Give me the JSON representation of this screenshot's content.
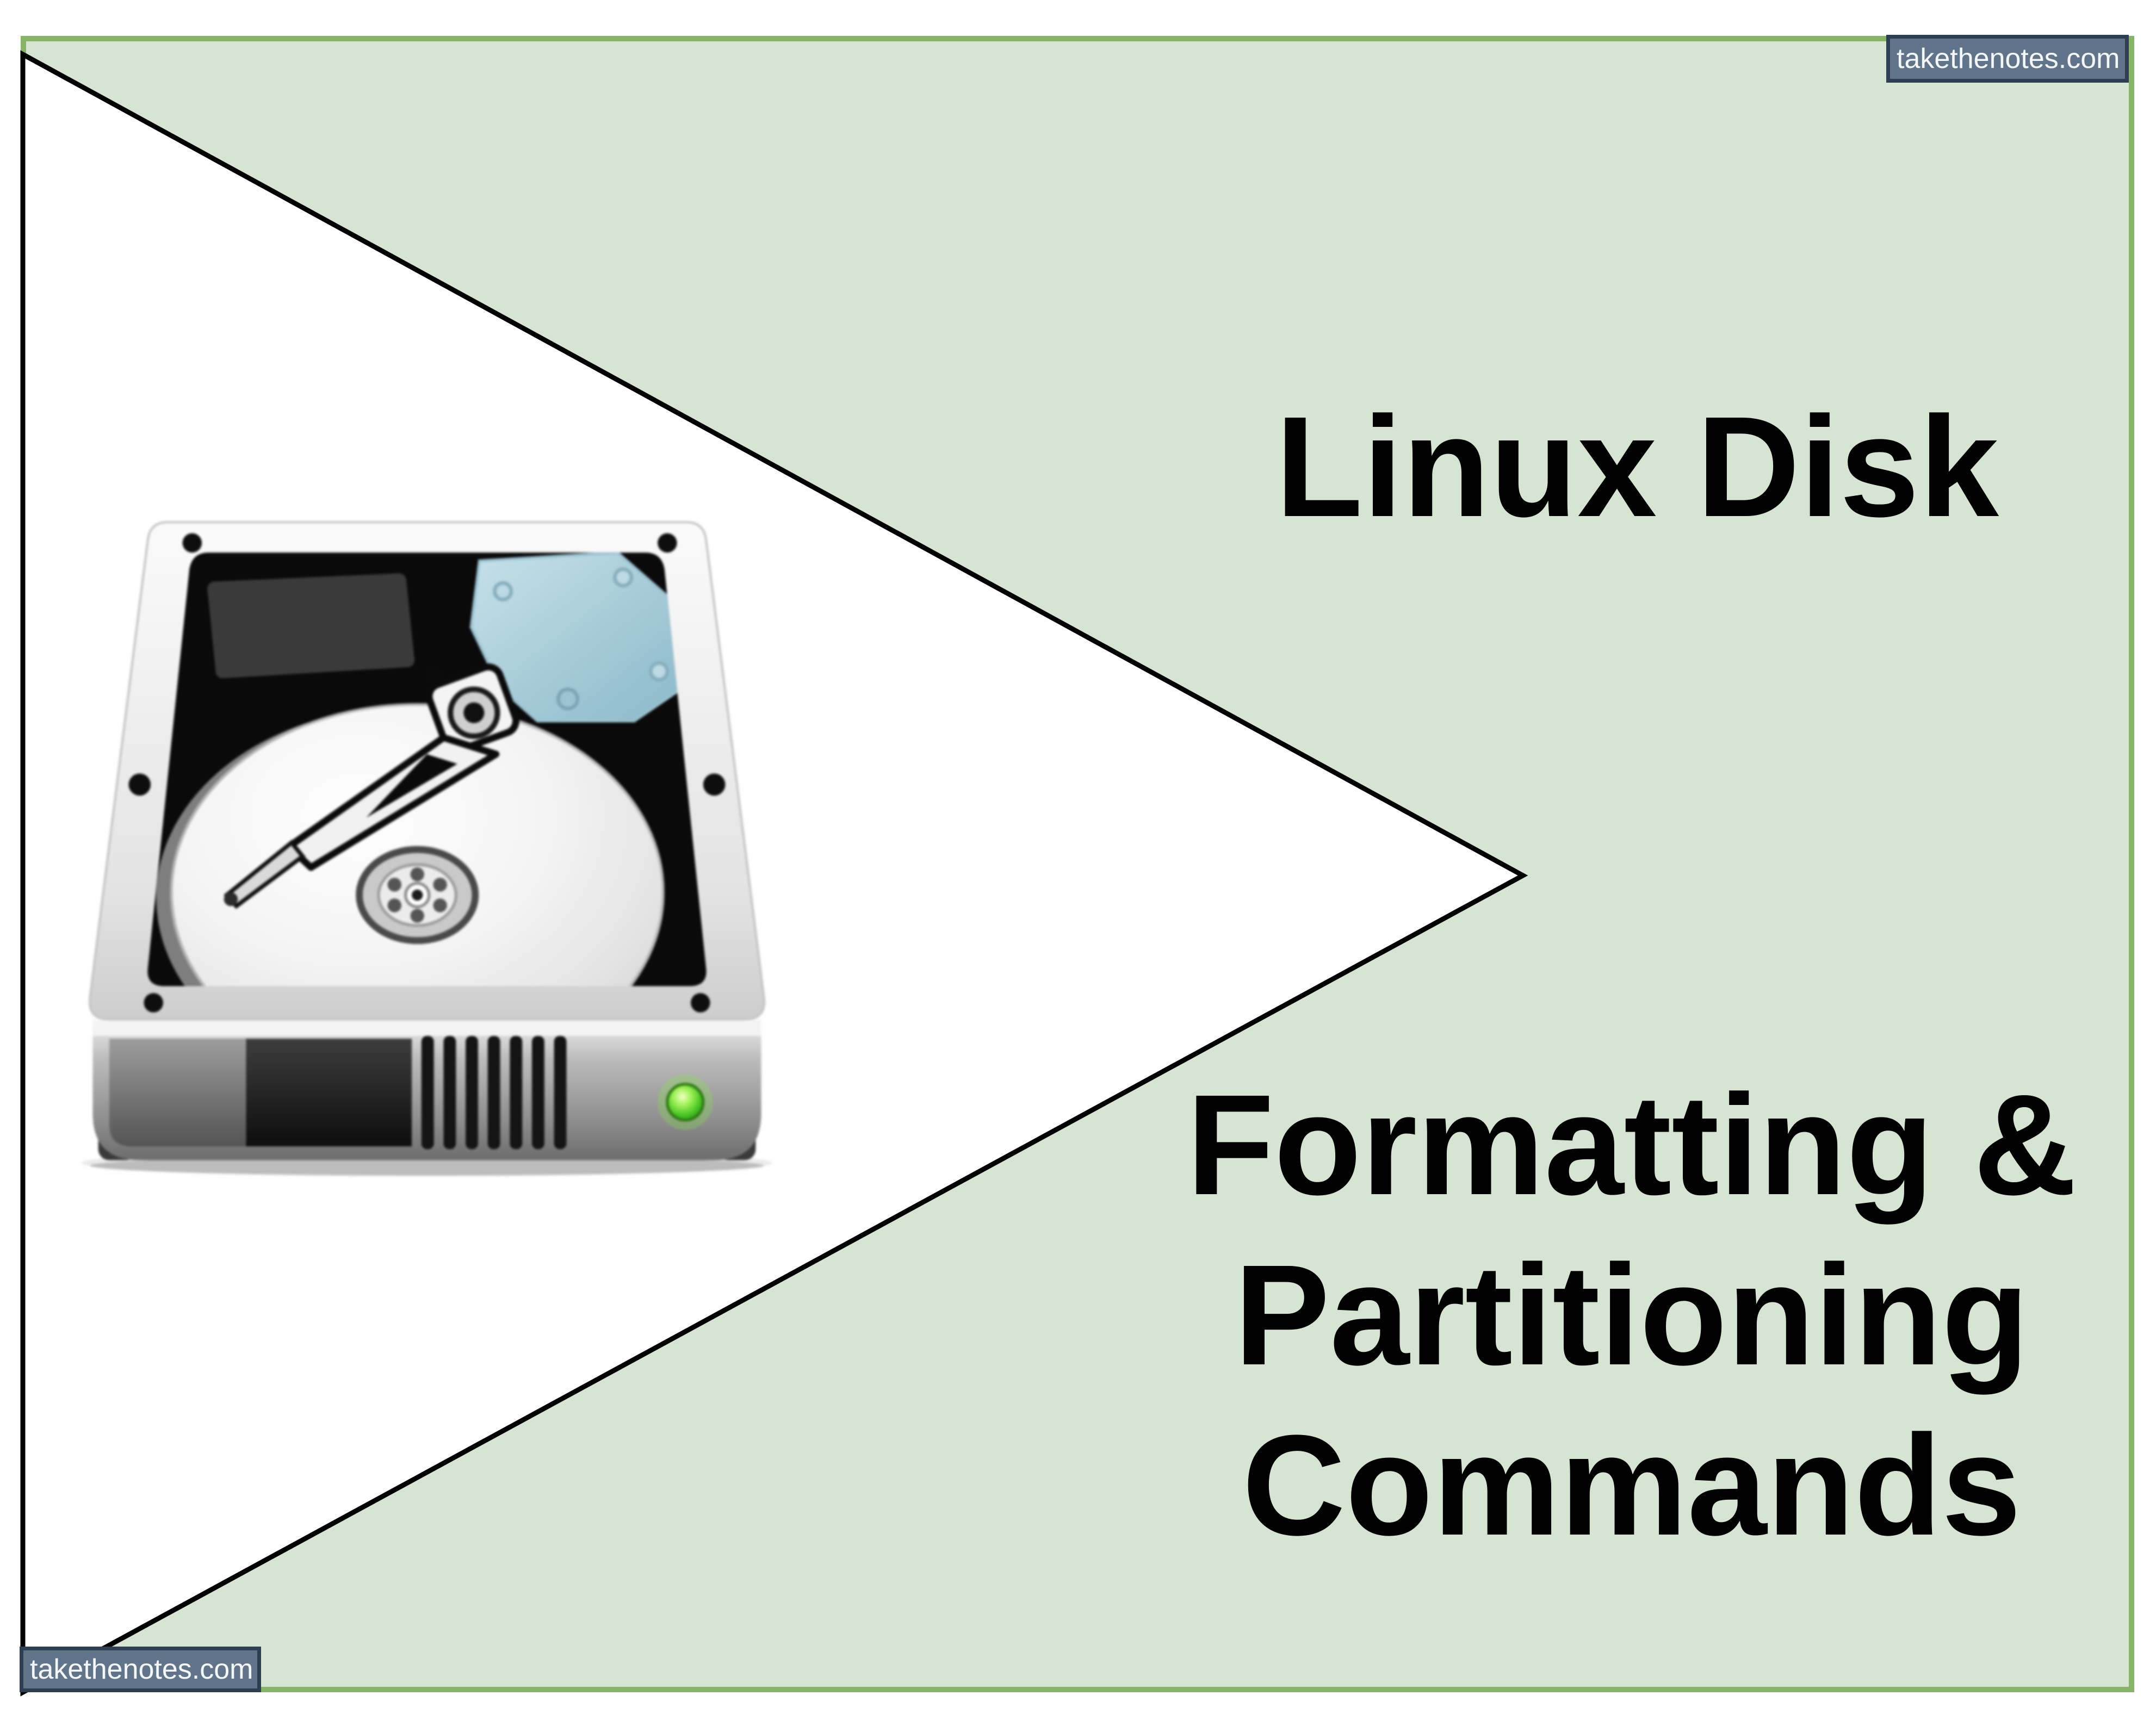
{
  "slide": {
    "title": "Linux Disk",
    "subtitle_lines": [
      "Formatting &",
      "Partitioning",
      "Commands"
    ],
    "text_color": "#000000",
    "background_color": "#d6e4d2",
    "border_color": "#85b565",
    "triangle_fill": "#ffffff",
    "triangle_outline": "#000000"
  },
  "watermark": {
    "top_right": "takethenotes.com",
    "bottom_left": "takethenotes.com",
    "background_color": "#61758a",
    "border_color": "#2f3e52",
    "text_color": "#f4f6f8"
  },
  "illustration": {
    "name": "internal-hard-disk-drive-icon",
    "led_color": "#4cc41f",
    "pcb_color": "#aed2df",
    "platter_color": "#eeeeee",
    "case_color": "#e3e3e3"
  }
}
